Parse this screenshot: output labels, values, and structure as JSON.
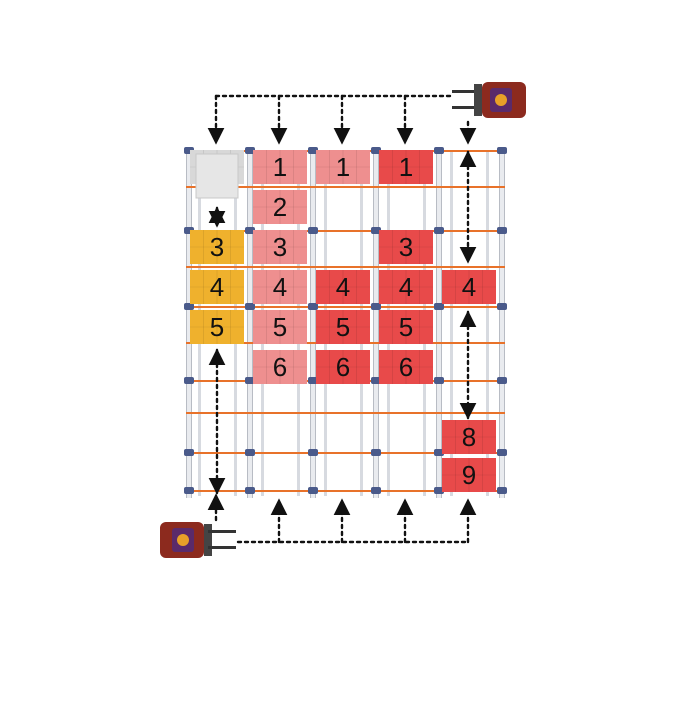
{
  "colors": {
    "pallet_red": "#e84a4a",
    "pallet_pink": "#ee8f8f",
    "pallet_yellow": "#efb12d",
    "pallet_grey": "#d8d8d8",
    "rail_orange": "#e8722a",
    "upright_grey": "#b8bcc4",
    "upright_blue": "#4a5a8a",
    "forklift_body": "#8c2a1e",
    "path_dots": "#111111"
  },
  "forklifts": [
    {
      "name": "forklift-top-right",
      "facing": "left"
    },
    {
      "name": "forklift-bottom-left",
      "facing": "right"
    }
  ],
  "pallets": [
    {
      "col": 0,
      "row": 0,
      "label": "",
      "color": "grey"
    },
    {
      "col": 1,
      "row": 0,
      "label": "1",
      "color": "pink"
    },
    {
      "col": 2,
      "row": 0,
      "label": "1",
      "color": "pink"
    },
    {
      "col": 3,
      "row": 0,
      "label": "1",
      "color": "red"
    },
    {
      "col": 1,
      "row": 1,
      "label": "2",
      "color": "pink"
    },
    {
      "col": 0,
      "row": 2,
      "label": "3",
      "color": "yellow"
    },
    {
      "col": 1,
      "row": 2,
      "label": "3",
      "color": "pink"
    },
    {
      "col": 3,
      "row": 2,
      "label": "3",
      "color": "red"
    },
    {
      "col": 0,
      "row": 3,
      "label": "4",
      "color": "yellow"
    },
    {
      "col": 1,
      "row": 3,
      "label": "4",
      "color": "pink"
    },
    {
      "col": 2,
      "row": 3,
      "label": "4",
      "color": "red"
    },
    {
      "col": 3,
      "row": 3,
      "label": "4",
      "color": "red"
    },
    {
      "col": 4,
      "row": 3,
      "label": "4",
      "color": "red"
    },
    {
      "col": 0,
      "row": 4,
      "label": "5",
      "color": "yellow"
    },
    {
      "col": 1,
      "row": 4,
      "label": "5",
      "color": "pink"
    },
    {
      "col": 2,
      "row": 4,
      "label": "5",
      "color": "red"
    },
    {
      "col": 3,
      "row": 4,
      "label": "5",
      "color": "red"
    },
    {
      "col": 1,
      "row": 5,
      "label": "6",
      "color": "pink"
    },
    {
      "col": 2,
      "row": 5,
      "label": "6",
      "color": "red"
    },
    {
      "col": 3,
      "row": 5,
      "label": "6",
      "color": "red"
    },
    {
      "col": 4,
      "row": 7,
      "label": "8",
      "color": "red"
    },
    {
      "col": 4,
      "row": 8,
      "label": "9",
      "color": "red"
    }
  ]
}
